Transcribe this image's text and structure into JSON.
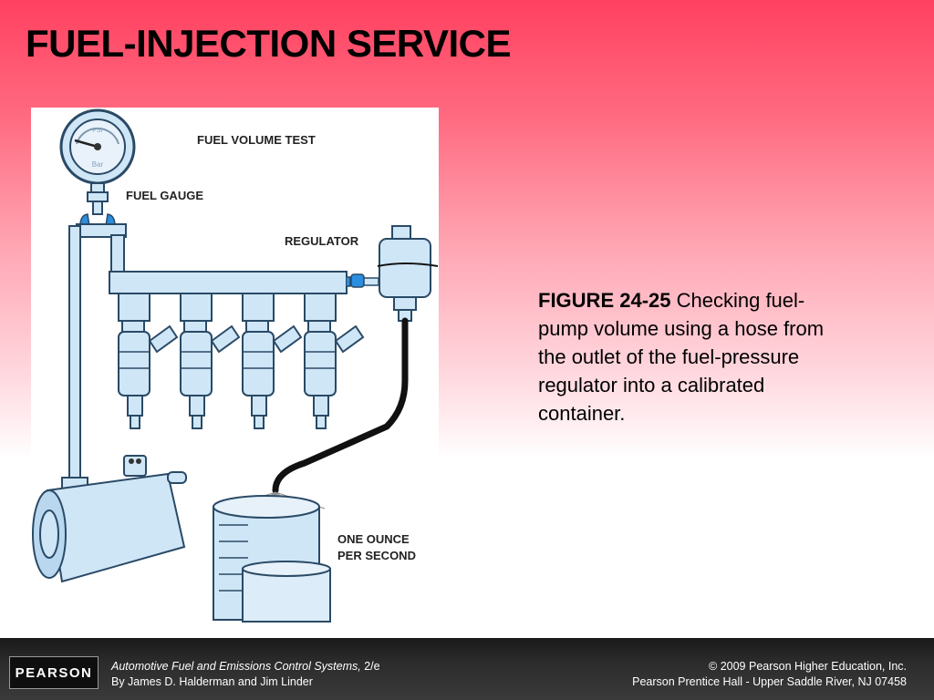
{
  "slide": {
    "title": "FUEL-INJECTION SERVICE"
  },
  "diagram": {
    "labels": {
      "test_name": "FUEL VOLUME TEST",
      "gauge": "FUEL GAUGE",
      "regulator": "REGULATOR",
      "flow_line1": "ONE OUNCE",
      "flow_line2": "PER SECOND"
    },
    "gauge_dial": {
      "unit_top": "PSI",
      "unit_bottom": "Bar"
    },
    "colors": {
      "part_fill": "#cfe6f7",
      "part_stroke": "#2a4a66",
      "fitting_blue": "#2b8ee0",
      "hose": "#111111"
    }
  },
  "caption": {
    "label": "FIGURE 24-25",
    "text": " Checking fuel-pump volume using a hose from the outlet of the fuel-pressure regulator into a calibrated container."
  },
  "footer": {
    "logo": "PEARSON",
    "book_title": "Automotive Fuel and Emissions Control Systems,",
    "edition": " 2/e",
    "authors": "By James D. Halderman and Jim Linder",
    "copyright": "© 2009 Pearson Higher Education, Inc.",
    "publisher": "Pearson Prentice Hall - Upper Saddle River, NJ 07458"
  }
}
